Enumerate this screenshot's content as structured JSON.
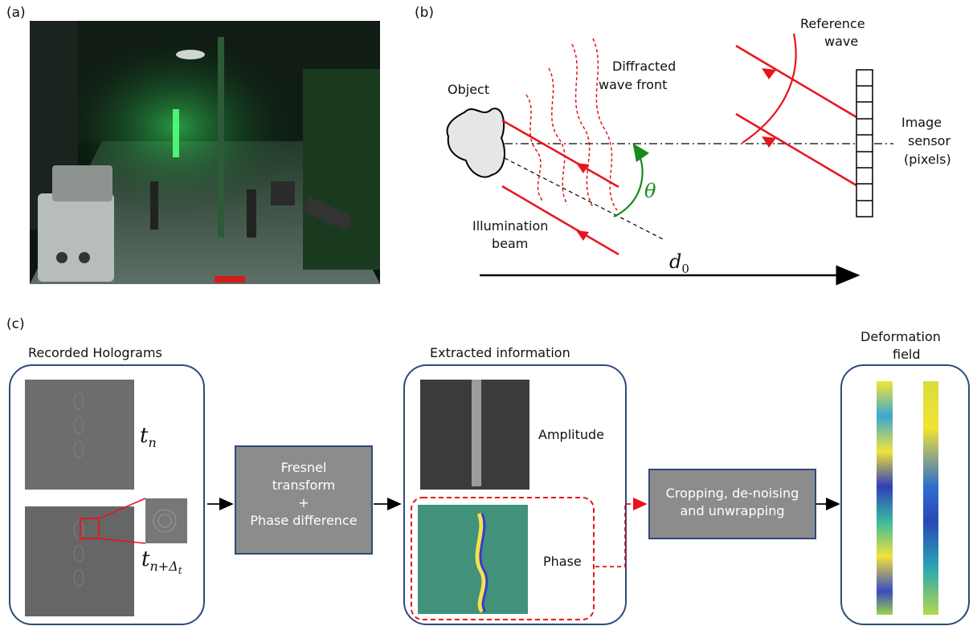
{
  "panels": {
    "a": {
      "label": "(a)"
    },
    "b": {
      "label": "(b)",
      "object": "Object",
      "diffracted_line1": "Diffracted",
      "diffracted_line2": "wave front",
      "reference_line1": "Reference",
      "reference_line2": "wave",
      "sensor_line1": "Image",
      "sensor_line2": "sensor",
      "sensor_line3": "(pixels)",
      "illumination_line1": "Illumination",
      "illumination_line2": "beam",
      "theta": "θ",
      "distance": "d",
      "distance_sub": "0"
    },
    "c": {
      "label": "(c)",
      "recorded_title": "Recorded Holograms",
      "t_n": "t",
      "t_n_sub": "n",
      "t_n1_sub": "n+Δ",
      "t_n1_subsub": "t",
      "fresnel_line1": "Fresnel",
      "fresnel_line2": "transform",
      "fresnel_line3": "+",
      "fresnel_line4": "Phase difference",
      "extracted_title": "Extracted information",
      "amplitude": "Amplitude",
      "phase": "Phase",
      "cropping_line1": "Cropping, de-noising",
      "cropping_line2": "and unwrapping",
      "deformation_line1": "Deformation",
      "deformation_line2": "field"
    }
  },
  "colors": {
    "red": "#e8131b",
    "green": "#1a8a1a",
    "box_border": "#2e4a7d",
    "gray_box": "#8c8c8c"
  }
}
